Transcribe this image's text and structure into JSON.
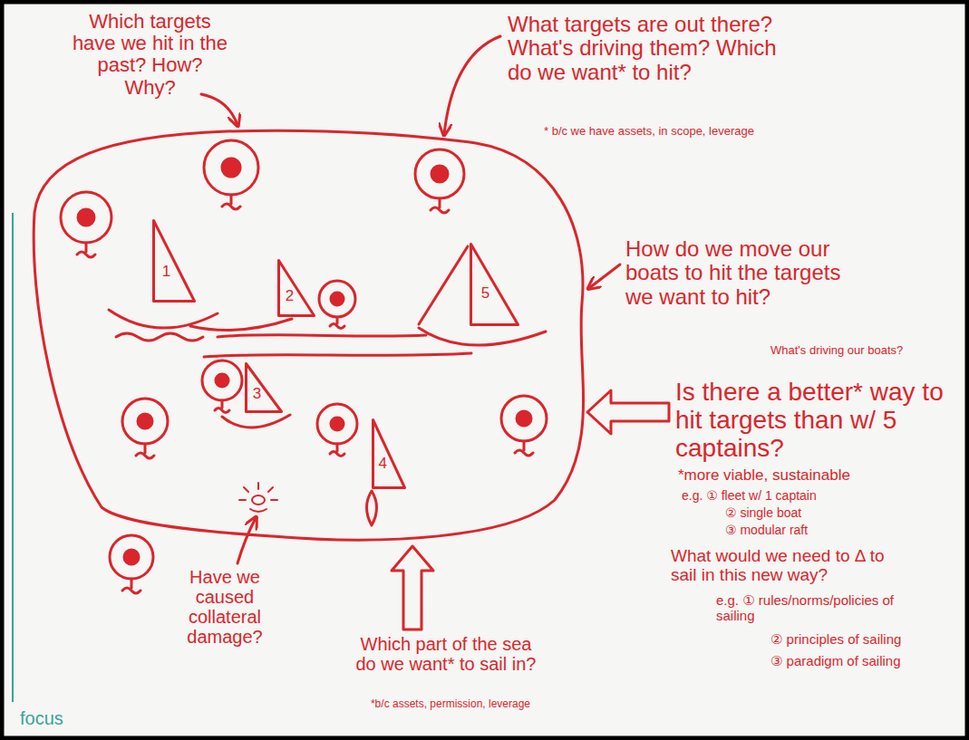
{
  "diagram": {
    "nodes": [
      {
        "text": [
          "1"
        ]
      },
      {
        "text": [
          "2"
        ]
      },
      {
        "text": [
          "5"
        ]
      },
      {
        "text": [
          "3"
        ]
      },
      {
        "text": [
          "4"
        ]
      }
    ],
    "labels": [
      "Which targets have we hit in the past? How? Why?",
      "What targets are out there? What's driving them? Which do we want* to hit?",
      "* b/c we have assets, in scope, leverage",
      "How do we move our boats to hit the targets we want to hit?",
      "What's driving our boats?",
      "Is there a better* way to hit targets than w/ 5 captains?",
      "*more viable, sustainable",
      "e.g. ① fleet w/ 1 captain",
      "② single boat",
      "③ modular raft",
      "What would we need to Δ to sail in this new way?",
      "e.g. ① rules/norms/policies of sailing",
      "② principles of sailing",
      "③ paradigm of sailing",
      "Have we caused collateral damage?",
      "Which part of the sea do we want* to sail in?",
      "*b/c assets, permission, leverage",
      "focus"
    ]
  }
}
